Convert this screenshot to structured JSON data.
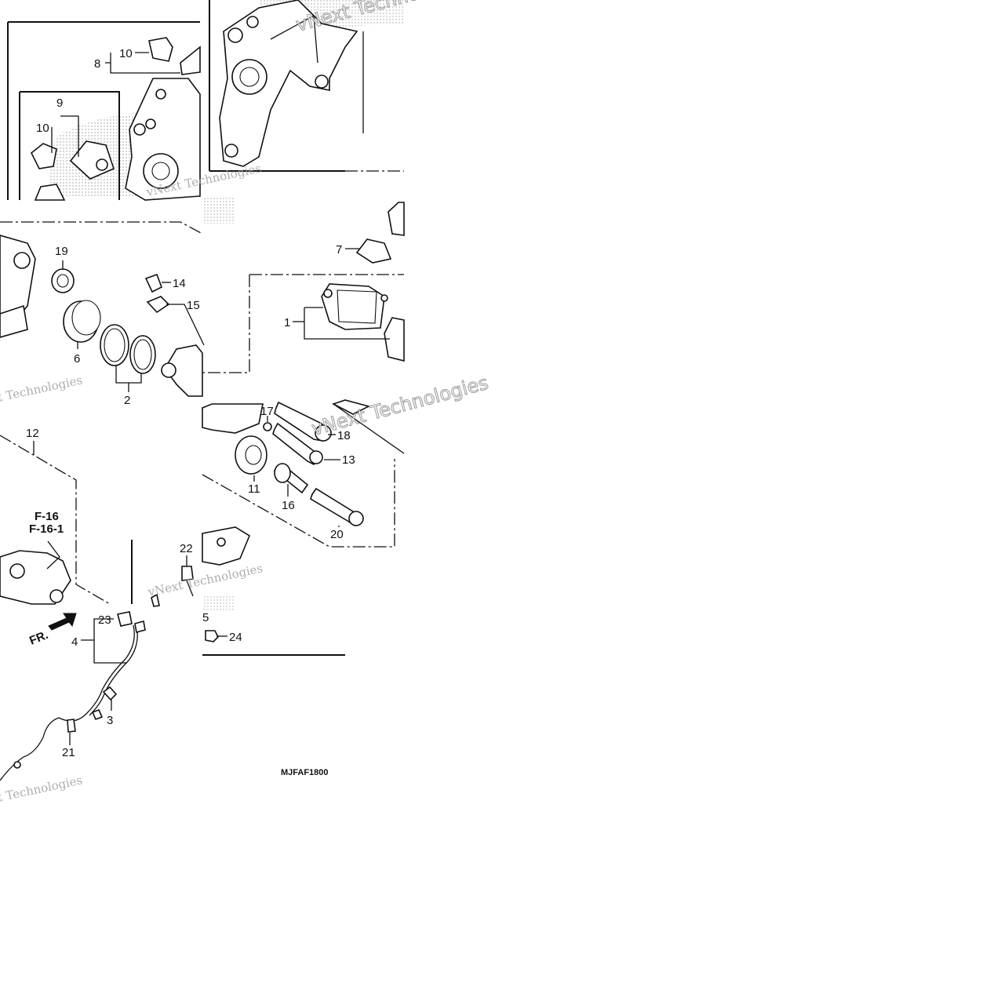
{
  "diagram": {
    "code": "MJFAF1800",
    "reference_labels": [
      "F-16",
      "F-16-1"
    ],
    "direction_label": "FR.",
    "watermarks": [
      "vNext Technologies"
    ],
    "callouts": [
      {
        "id": "c1",
        "text": "1"
      },
      {
        "id": "c2",
        "text": "2"
      },
      {
        "id": "c3",
        "text": "3"
      },
      {
        "id": "c4",
        "text": "4"
      },
      {
        "id": "c5",
        "text": "5"
      },
      {
        "id": "c6",
        "text": "6"
      },
      {
        "id": "c7",
        "text": "7"
      },
      {
        "id": "c8",
        "text": "8"
      },
      {
        "id": "c9",
        "text": "9"
      },
      {
        "id": "c10a",
        "text": "10"
      },
      {
        "id": "c10b",
        "text": "10"
      },
      {
        "id": "c11",
        "text": "11"
      },
      {
        "id": "c12",
        "text": "12"
      },
      {
        "id": "c13",
        "text": "13"
      },
      {
        "id": "c14",
        "text": "14"
      },
      {
        "id": "c15",
        "text": "15"
      },
      {
        "id": "c16",
        "text": "16"
      },
      {
        "id": "c17",
        "text": "17"
      },
      {
        "id": "c18",
        "text": "18"
      },
      {
        "id": "c19",
        "text": "19"
      },
      {
        "id": "c20",
        "text": "20"
      },
      {
        "id": "c21",
        "text": "21"
      },
      {
        "id": "c22",
        "text": "22"
      },
      {
        "id": "c23",
        "text": "23"
      },
      {
        "id": "c24",
        "text": "24"
      }
    ]
  }
}
